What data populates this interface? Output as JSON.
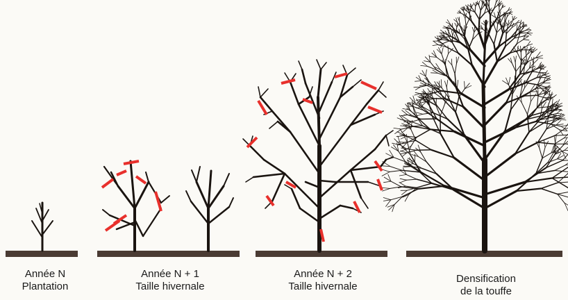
{
  "colors": {
    "background": "#fbfaf6",
    "tree": "#1a1410",
    "ground": "#4a3b33",
    "cut_mark": "#e8302c"
  },
  "stages": [
    {
      "line1": "Année N",
      "line2": "Plantation"
    },
    {
      "line1": "Année N + 1",
      "line2": "Taille hivernale"
    },
    {
      "line1": "Année N + 2",
      "line2": "Taille hivernale"
    },
    {
      "line1": "Densification",
      "line2": "de la touffe"
    }
  ]
}
